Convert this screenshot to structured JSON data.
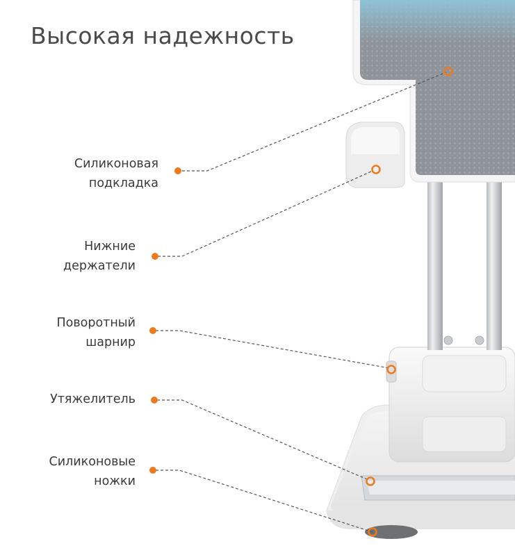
{
  "title": "Высокая надежность",
  "accent_color": "#ee7a1c",
  "callouts": [
    {
      "lines": [
        "Силиконовая",
        "подкладка"
      ]
    },
    {
      "lines": [
        "Нижние",
        "держатели"
      ]
    },
    {
      "lines": [
        "Поворотный",
        "шарнир"
      ]
    },
    {
      "lines": [
        "Утяжелитель"
      ]
    },
    {
      "lines": [
        "Силиконовые",
        "ножки"
      ]
    }
  ]
}
